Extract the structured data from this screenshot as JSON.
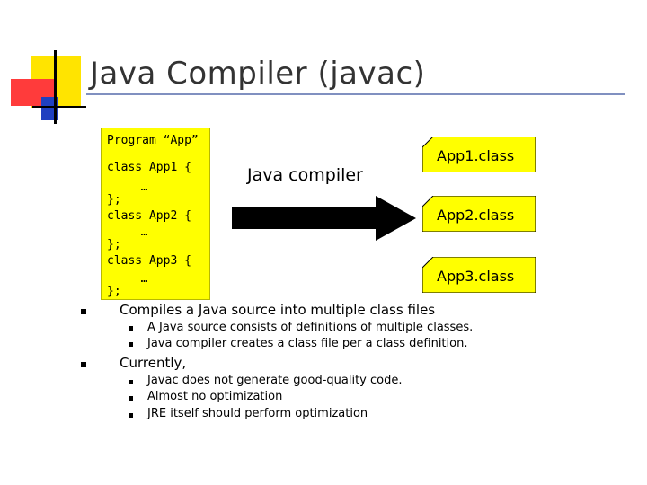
{
  "slide": {
    "title": "Java Compiler (javac)"
  },
  "program_box": {
    "header": "Program “App”",
    "code_lines": [
      "class App1 {",
      "  …",
      "};",
      "class App2 {",
      "  …",
      "};",
      "class App3 {",
      "  …",
      "};"
    ]
  },
  "compiler": {
    "label": "Java compiler"
  },
  "class_files": [
    {
      "name": "App1.class"
    },
    {
      "name": "App2.class"
    },
    {
      "name": "App3.class"
    }
  ],
  "bullets": [
    {
      "text": "Compiles a Java source into multiple class files",
      "sub": [
        "A Java source consists of definitions of multiple classes.",
        "Java compiler creates a class file per a class definition."
      ]
    },
    {
      "text": "Currently,",
      "sub": [
        "Javac does not generate good-quality code.",
        "Almost no optimization",
        "JRE itself should perform optimization"
      ]
    }
  ],
  "colors": {
    "program_box": "#ffff00",
    "class_box": "#ffff00",
    "accent_yellow": "#ffe400",
    "accent_red": "#ff3b3b",
    "accent_blue": "#2040c0"
  }
}
